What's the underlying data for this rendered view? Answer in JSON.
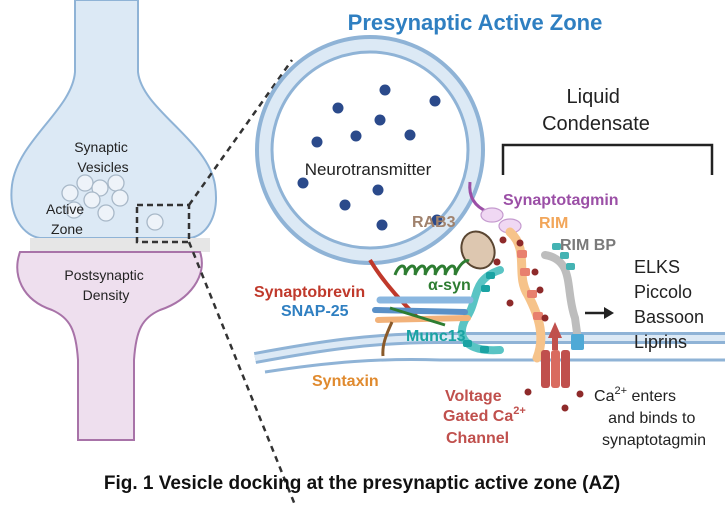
{
  "title": "Presynaptic Active Zone",
  "caption": "Fig. 1 Vesicle docking at the presynaptic active zone (AZ)",
  "left_panel": {
    "synaptic_vesicles": [
      "Synaptic",
      "Vesicles"
    ],
    "active_zone": [
      "Active",
      "Zone"
    ],
    "postsynaptic_density": [
      "Postsynaptic",
      "Density"
    ]
  },
  "zoom": {
    "neurotransmitter": "Neurotransmitter",
    "liquid_condensate": [
      "Liquid",
      "Condensate"
    ],
    "synaptotagmin": "Synaptotagmin",
    "rab3": "RAB3",
    "rim": "RIM",
    "rim_bp": "RIM BP",
    "alpha_syn": "α-syn",
    "synaptobrevin": "Synaptobrevin",
    "snap25": "SNAP-25",
    "munc13": "Munc13",
    "syntaxin": "Syntaxin",
    "voltage_channel": [
      "Voltage",
      "Gated Ca",
      "2+",
      "Channel"
    ],
    "other_proteins": [
      "ELKS",
      "Piccolo",
      "Bassoon",
      "Liprins"
    ],
    "ca_note": [
      "Ca",
      "2+",
      " enters",
      "and binds to",
      "synaptotagmin"
    ]
  },
  "colors": {
    "title": "#2f7fc1",
    "synaptotagmin": "#9b4fa6",
    "rab3": "#a0826d",
    "rim": "#f2a65a",
    "rim_bp": "#7a7a7a",
    "alpha_syn": "#2e7d32",
    "synaptobrevin": "#c0392b",
    "snap25": "#2f7fc1",
    "munc13": "#1aa3a3",
    "syntaxin": "#e08a2e",
    "voltage_channel": "#c0504d"
  }
}
